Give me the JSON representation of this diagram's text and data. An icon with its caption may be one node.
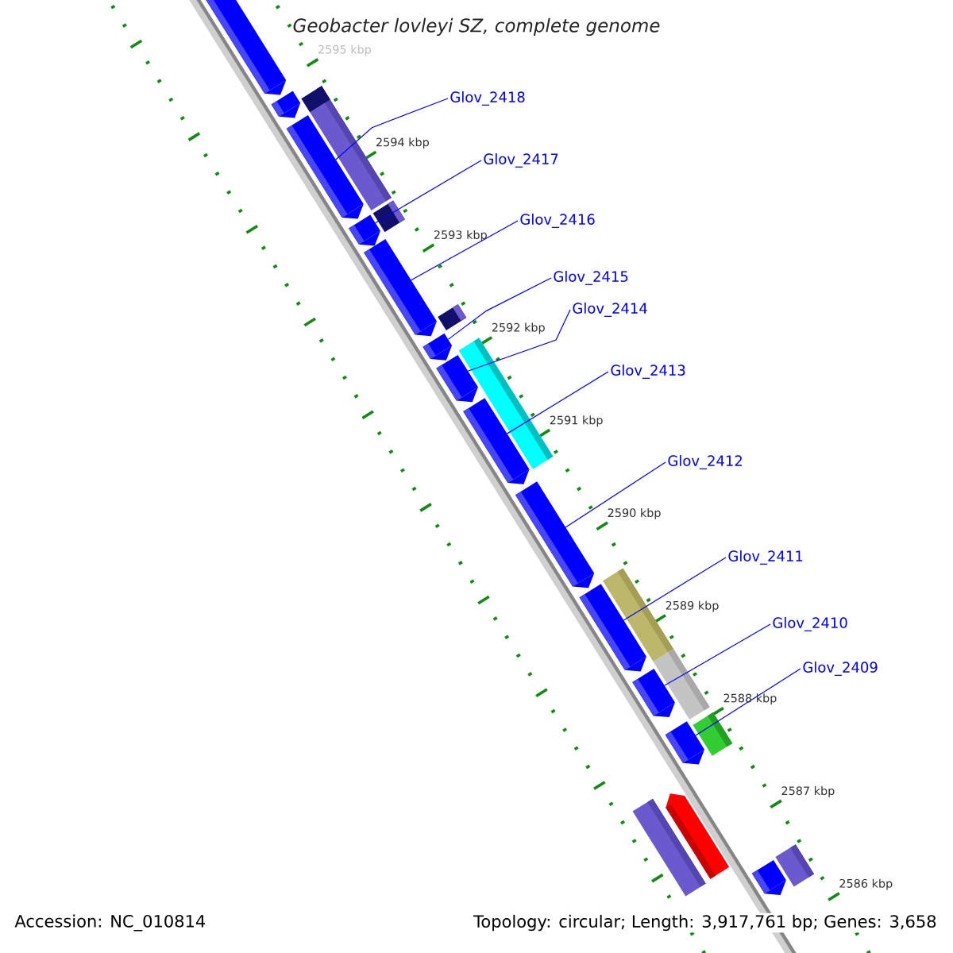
{
  "diagram": {
    "title": "Geobacter lovleyi SZ, complete genome",
    "nodes": [
      {
        "text": [
          "Glov_2418"
        ]
      },
      {
        "text": [
          "Glov_2417"
        ]
      },
      {
        "text": [
          "Glov_2416"
        ]
      },
      {
        "text": [
          "Glov_2415"
        ]
      },
      {
        "text": [
          "Glov_2414"
        ]
      },
      {
        "text": [
          "Glov_2413"
        ]
      },
      {
        "text": [
          "Glov_2412"
        ]
      },
      {
        "text": [
          "Glov_2411"
        ]
      },
      {
        "text": [
          "Glov_2410"
        ]
      },
      {
        "text": [
          "Glov_2409"
        ]
      },
      {
        "text": [],
        "shape": "bar"
      },
      {
        "text": [],
        "shape": "bar"
      },
      {
        "text": [],
        "shape": "bar"
      },
      {
        "text": [],
        "shape": "bar"
      },
      {
        "text": [],
        "shape": "bar"
      },
      {
        "text": [],
        "shape": "bar"
      },
      {
        "text": [],
        "shape": "bar"
      },
      {
        "text": [],
        "shape": "bar"
      },
      {
        "text": [],
        "shape": "bar"
      },
      {
        "text": [],
        "shape": "bar"
      },
      {
        "text": [],
        "shape": "bar"
      },
      {
        "text": [],
        "shape": "bar"
      },
      {
        "text": [],
        "shape": "bar"
      }
    ],
    "edges": [
      {
        "from": 0,
        "to": 12,
        "arrow": "none"
      },
      {
        "from": 1,
        "to": 13,
        "arrow": "none"
      },
      {
        "from": 2,
        "to": 14,
        "arrow": "none"
      },
      {
        "from": 3,
        "to": 15,
        "arrow": "none"
      },
      {
        "from": 4,
        "to": 16,
        "arrow": "none"
      },
      {
        "from": 5,
        "to": 17,
        "arrow": "none"
      },
      {
        "from": 6,
        "to": 18,
        "arrow": "none"
      },
      {
        "from": 7,
        "to": 19,
        "arrow": "none"
      },
      {
        "from": 8,
        "to": 20,
        "arrow": "none"
      },
      {
        "from": 9,
        "to": 21,
        "arrow": "none"
      }
    ],
    "labels": [
      "2595 kbp",
      "2594 kbp",
      "2593 kbp",
      "2592 kbp",
      "2591 kbp",
      "2590 kbp",
      "2589 kbp",
      "2588 kbp",
      "2587 kbp",
      "2586 kbp",
      "Accession: NC_010814",
      "Topology: circular; Length: 3,917,761 bp; Genes: 3,658"
    ]
  }
}
